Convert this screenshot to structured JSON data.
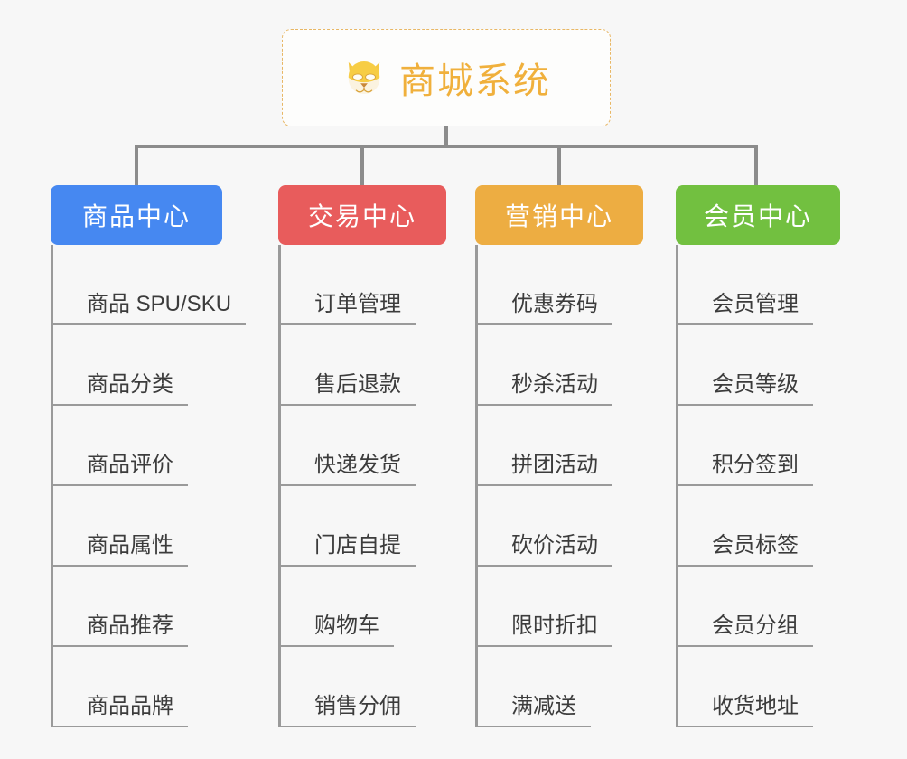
{
  "diagram": {
    "title": "商城系统",
    "root": {
      "label": "商城系统",
      "icon": "shiba-dog-face-icon",
      "text_color": "#f0b03c",
      "border_color": "#e8b765"
    },
    "background_color": "#f7f7f7",
    "connector_color": "#8c8c8c",
    "categories": [
      {
        "label": "商品中心",
        "color": "#4688f1",
        "items": [
          "商品 SPU/SKU",
          "商品分类",
          "商品评价",
          "商品属性",
          "商品推荐",
          "商品品牌"
        ]
      },
      {
        "label": "交易中心",
        "color": "#e85c5c",
        "items": [
          "订单管理",
          "售后退款",
          "快递发货",
          "门店自提",
          "购物车",
          "销售分佣"
        ]
      },
      {
        "label": "营销中心",
        "color": "#edad42",
        "items": [
          "优惠券码",
          "秒杀活动",
          "拼团活动",
          "砍价活动",
          "限时折扣",
          "满减送"
        ]
      },
      {
        "label": "会员中心",
        "color": "#72c040",
        "items": [
          "会员管理",
          "会员等级",
          "积分签到",
          "会员标签",
          "会员分组",
          "收货地址"
        ]
      }
    ]
  }
}
